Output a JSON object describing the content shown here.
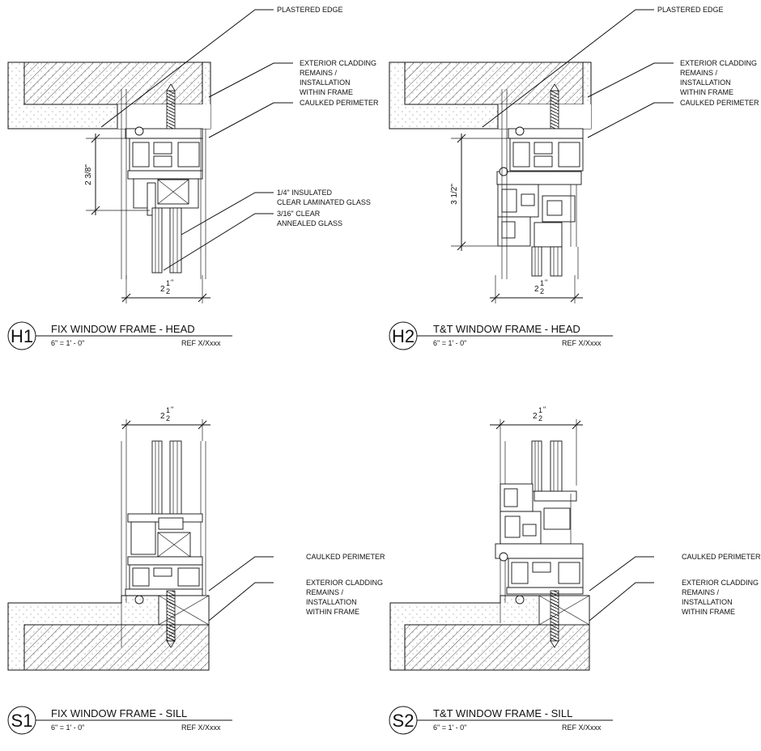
{
  "details": [
    {
      "id": "H1",
      "title": "FIX WINDOW FRAME - HEAD",
      "scale": "6\" = 1' - 0\"",
      "ref": "REF X/Xxxx",
      "dimensions": [
        "2 3/8\"",
        "2",
        "1",
        "2",
        "\""
      ],
      "callouts": [
        "PLASTERED EDGE",
        "EXTERIOR CLADDING",
        "REMAINS /",
        "INSTALLATION",
        "WITHIN FRAME",
        "CAULKED PERIMETER",
        "1/4\" INSULATED",
        "CLEAR LAMINATED GLASS",
        "3/16\" CLEAR",
        "ANNEALED GLASS"
      ]
    },
    {
      "id": "H2",
      "title": "T&T WINDOW FRAME - HEAD",
      "scale": "6\" = 1' - 0\"",
      "ref": "REF X/Xxxx",
      "dimensions": [
        "3 1/2\"",
        "2",
        "1",
        "2",
        "\""
      ],
      "callouts": [
        "PLASTERED EDGE",
        "EXTERIOR CLADDING",
        "REMAINS /",
        "INSTALLATION",
        "WITHIN FRAME",
        "CAULKED PERIMETER"
      ]
    },
    {
      "id": "S1",
      "title": "FIX WINDOW FRAME - SILL",
      "scale": "6\" = 1' - 0\"",
      "ref": "REF X/Xxxx",
      "dimensions": [
        "2",
        "1",
        "2",
        "\""
      ],
      "callouts": [
        "CAULKED PERIMETER",
        "EXTERIOR CLADDING",
        "REMAINS /",
        "INSTALLATION",
        "WITHIN FRAME"
      ]
    },
    {
      "id": "S2",
      "title": "T&T WINDOW FRAME - SILL",
      "scale": "6\" = 1' - 0\"",
      "ref": "REF X/Xxxx",
      "dimensions": [
        "2",
        "1",
        "2",
        "\""
      ],
      "callouts": [
        "CAULKED PERIMETER",
        "EXTERIOR CLADDING",
        "REMAINS /",
        "INSTALLATION",
        "WITHIN FRAME"
      ]
    }
  ]
}
